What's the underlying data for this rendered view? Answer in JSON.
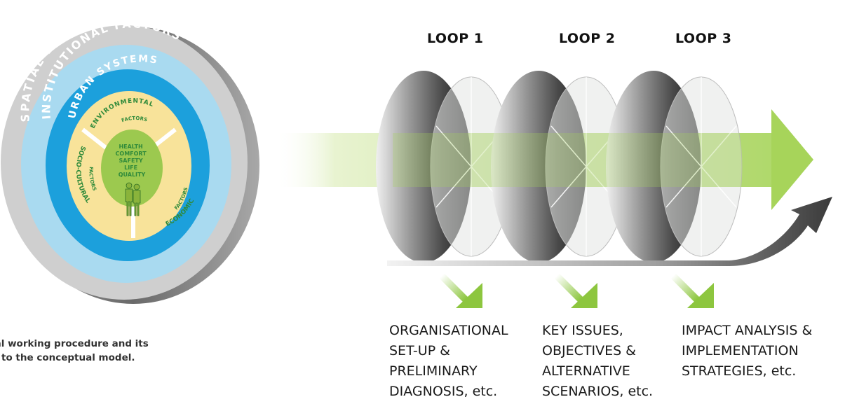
{
  "model": {
    "spatial_dimensions": "SPATIAL DIMENSIONS",
    "institutional_factors": "INSTITUTIONAL FACTORS",
    "urban_systems": "URBAN SYSTEMS",
    "environmental": "ENVIRONMENTAL",
    "environmental_factors": "FACTORS",
    "socio_cultural": "SOCIO-CULTURAL",
    "socio_cultural_factors": "FACTORS",
    "economic": "ECONOMIC",
    "economic_factors": "FACTORS",
    "center_lines": [
      "HEALTH",
      "COMFORT",
      "SAFETY",
      "LIFE",
      "QUALITY"
    ]
  },
  "loops": [
    {
      "title": "LOOP 1",
      "description": "ORGANISATIONAL\nSET-UP &\nPRELIMINARY\nDIAGNOSIS, etc."
    },
    {
      "title": "LOOP 2",
      "description": "KEY ISSUES,\nOBJECTIVES &\nALTERNATIVE\nSCENARIOS, etc."
    },
    {
      "title": "LOOP 3",
      "description": "IMPACT ANALYSIS &\nIMPLEMENTATION\nSTRATEGIES, etc."
    }
  ],
  "caption": {
    "line1": "ical working procedure and its",
    "line2": "to the conceptual model."
  },
  "colors": {
    "outer_ring": "#c8c8c8",
    "institutional_ring": "#a9daf0",
    "urban_ring": "#1ca0dc",
    "factors_disc": "#f8e39a",
    "center_disc": "#9cc94f",
    "arrow": "#a7d45a"
  }
}
